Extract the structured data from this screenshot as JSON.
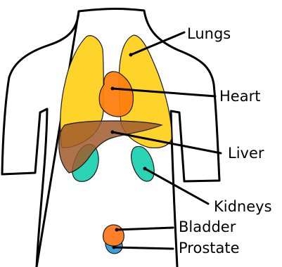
{
  "labels": {
    "lungs": "Lungs",
    "heart": "Heart",
    "liver": "Liver",
    "kidneys": "Kidneys",
    "bladder": "Bladder",
    "prostate": "Prostate"
  },
  "colors": {
    "lungs": "#ffd42a",
    "heart": "#ff7f0e",
    "liver": "#a05a2c",
    "kidneys": "#2ad4b4",
    "bladder": "#ff7f2a",
    "prostate": "#3b9fd8",
    "outline": "#000000"
  }
}
